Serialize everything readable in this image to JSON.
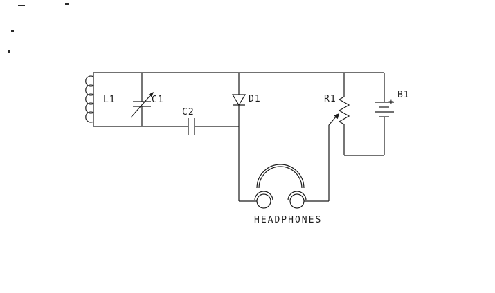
{
  "diagram": {
    "kind": "circuit-schematic",
    "colors": {
      "background": "#ffffff",
      "line": "#1c1c1c"
    },
    "labels": {
      "l1": "L1",
      "c1": "C1",
      "c2": "C2",
      "d1": "D1",
      "r1": "R1",
      "b1": "B1",
      "battery_polarity": "+",
      "headphones": "HEADPHONES"
    },
    "components": [
      {
        "ref": "L1",
        "type": "inductor-coil"
      },
      {
        "ref": "C1",
        "type": "variable-capacitor"
      },
      {
        "ref": "C2",
        "type": "capacitor"
      },
      {
        "ref": "D1",
        "type": "diode"
      },
      {
        "ref": "R1",
        "type": "potentiometer"
      },
      {
        "ref": "B1",
        "type": "battery"
      },
      {
        "ref": "HEADPHONES",
        "type": "headphones"
      }
    ]
  }
}
